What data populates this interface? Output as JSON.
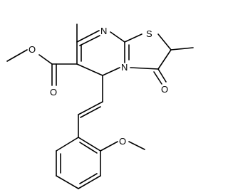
{
  "molecule": {
    "atoms": [
      {
        "id": "S1",
        "symbol": "S"
      },
      {
        "id": "N1",
        "symbol": "N"
      },
      {
        "id": "N2",
        "symbol": "N"
      },
      {
        "id": "O1",
        "symbol": "O"
      },
      {
        "id": "O2",
        "symbol": "O"
      },
      {
        "id": "O3",
        "symbol": "O"
      },
      {
        "id": "O4",
        "symbol": "O"
      }
    ]
  }
}
